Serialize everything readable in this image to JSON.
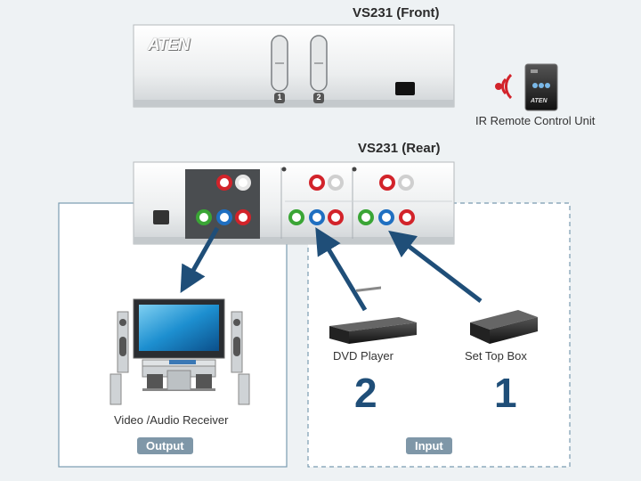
{
  "front": {
    "title": "VS231 (Front)",
    "brand": "ATEN",
    "buttons": [
      {
        "label": "1"
      },
      {
        "label": "2"
      }
    ]
  },
  "remote": {
    "caption": "IR Remote Control Unit",
    "brand": "ATEN"
  },
  "rear": {
    "title": "VS231 (Rear)"
  },
  "output": {
    "device": "Video /Audio Receiver",
    "badge": "Output"
  },
  "input": {
    "badge": "Input",
    "sources": [
      {
        "name": "DVD Player",
        "number": "2"
      },
      {
        "name": "Set Top Box",
        "number": "1"
      }
    ]
  },
  "colors": {
    "connector_red": "#d2232a",
    "connector_green": "#3aa535",
    "connector_blue": "#1f6fc1",
    "connector_white": "#f4f4f4",
    "arrow": "#1f4e78",
    "number": "#1f4e78",
    "badge": "#7f97a8",
    "ir_signal": "#d2232a"
  }
}
